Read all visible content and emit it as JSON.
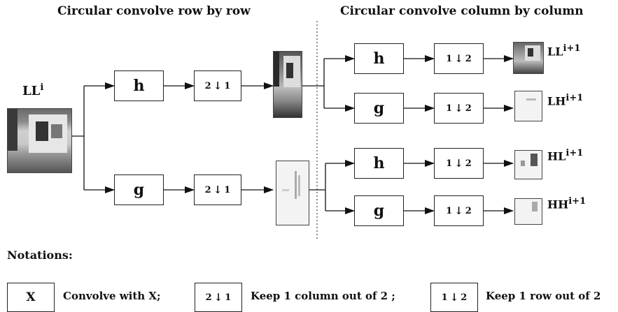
{
  "headers": {
    "row": "Circular convolve row by row",
    "column": "Circular convolve column by column"
  },
  "input_label": {
    "base": "LL",
    "sup": "i"
  },
  "filters": {
    "h": "h",
    "g": "g"
  },
  "downsample": {
    "row": {
      "left": "2",
      "right": "1"
    },
    "col": {
      "left": "1",
      "right": "2"
    }
  },
  "outputs": [
    {
      "base": "LL",
      "sup": "i+1"
    },
    {
      "base": "LH",
      "sup": "i+1"
    },
    {
      "base": "HL",
      "sup": "i+1"
    },
    {
      "base": "HH",
      "sup": "i+1"
    }
  ],
  "notations": {
    "title": "Notations:",
    "x_box": "X",
    "convolve_text": "Convolve with X;",
    "keep_col_text": "Keep 1 column out of 2 ;",
    "keep_row_text": "Keep 1 row out of 2"
  }
}
